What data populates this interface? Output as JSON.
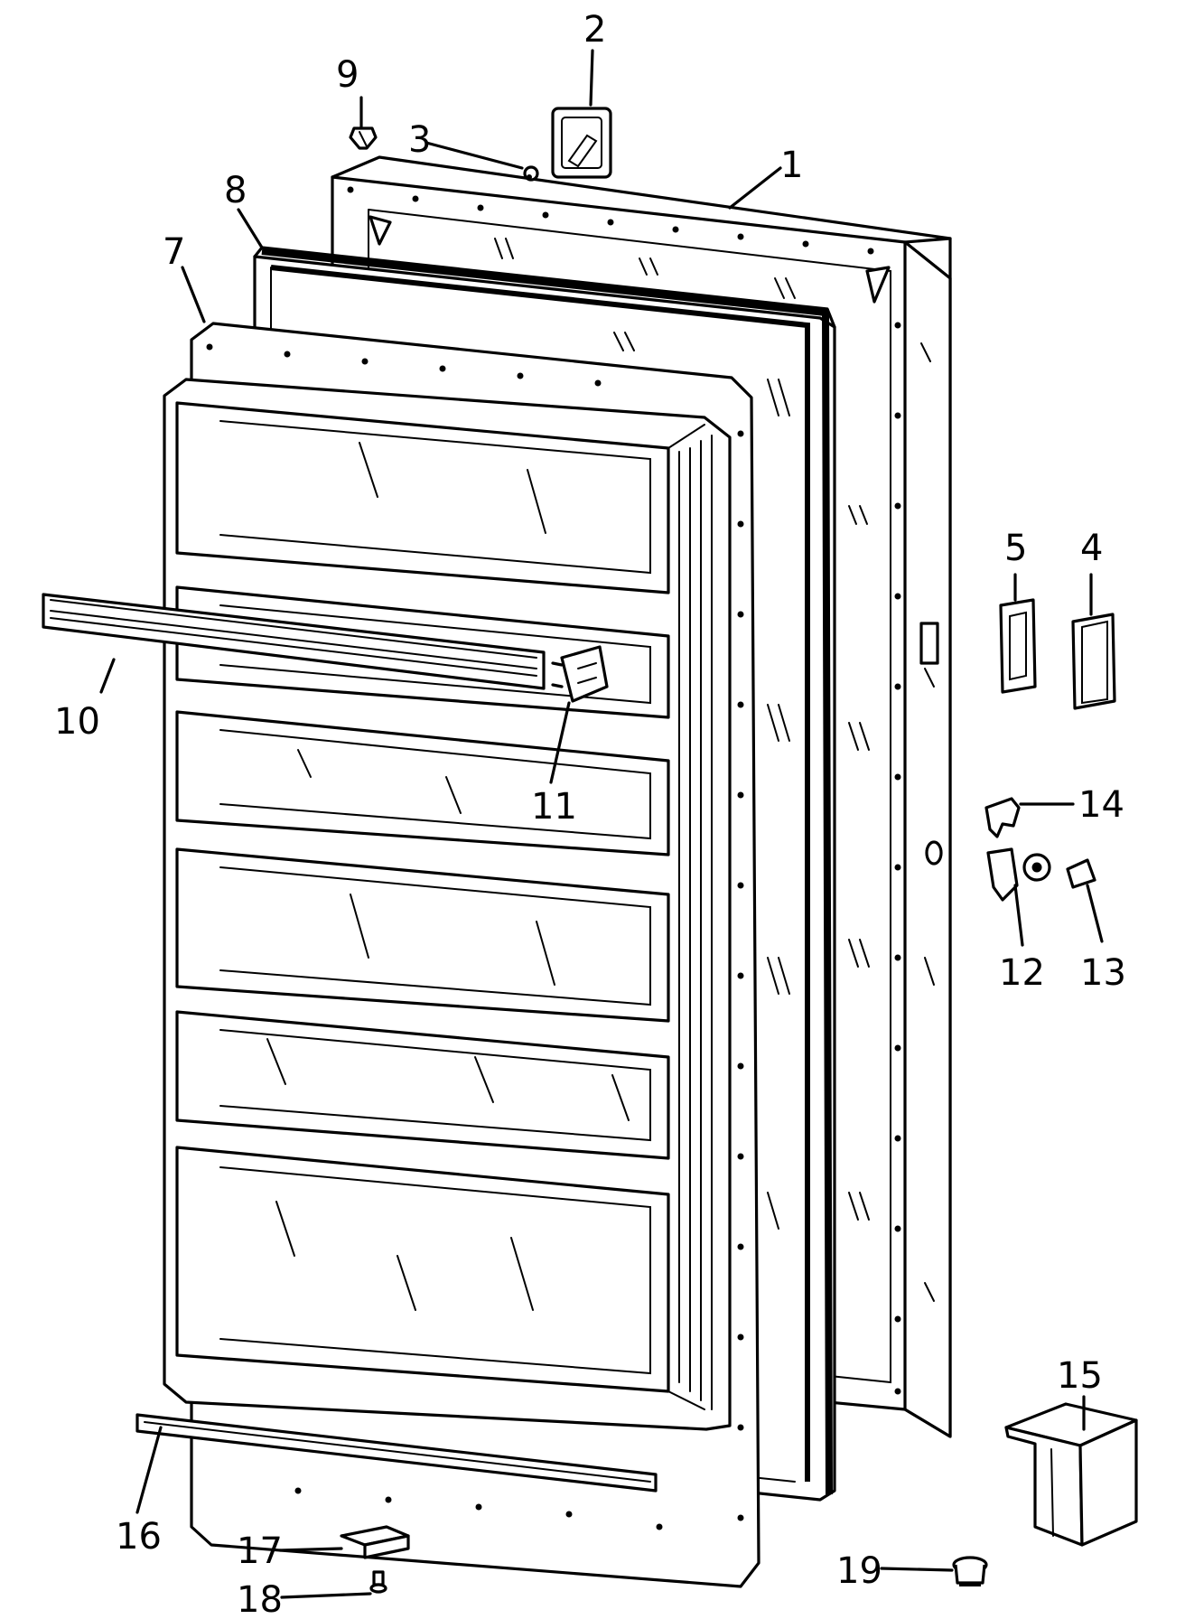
{
  "diagram": {
    "type": "exploded-parts-view",
    "callouts": [
      {
        "id": "c1",
        "label": "1"
      },
      {
        "id": "c2",
        "label": "2"
      },
      {
        "id": "c3",
        "label": "3"
      },
      {
        "id": "c4",
        "label": "4"
      },
      {
        "id": "c5",
        "label": "5"
      },
      {
        "id": "c7",
        "label": "7"
      },
      {
        "id": "c8",
        "label": "8"
      },
      {
        "id": "c9",
        "label": "9"
      },
      {
        "id": "c10",
        "label": "10"
      },
      {
        "id": "c11",
        "label": "11"
      },
      {
        "id": "c12",
        "label": "12"
      },
      {
        "id": "c13",
        "label": "13"
      },
      {
        "id": "c14",
        "label": "14"
      },
      {
        "id": "c15",
        "label": "15"
      },
      {
        "id": "c16",
        "label": "16"
      },
      {
        "id": "c17",
        "label": "17"
      },
      {
        "id": "c18",
        "label": "18"
      },
      {
        "id": "c19",
        "label": "19"
      }
    ]
  }
}
